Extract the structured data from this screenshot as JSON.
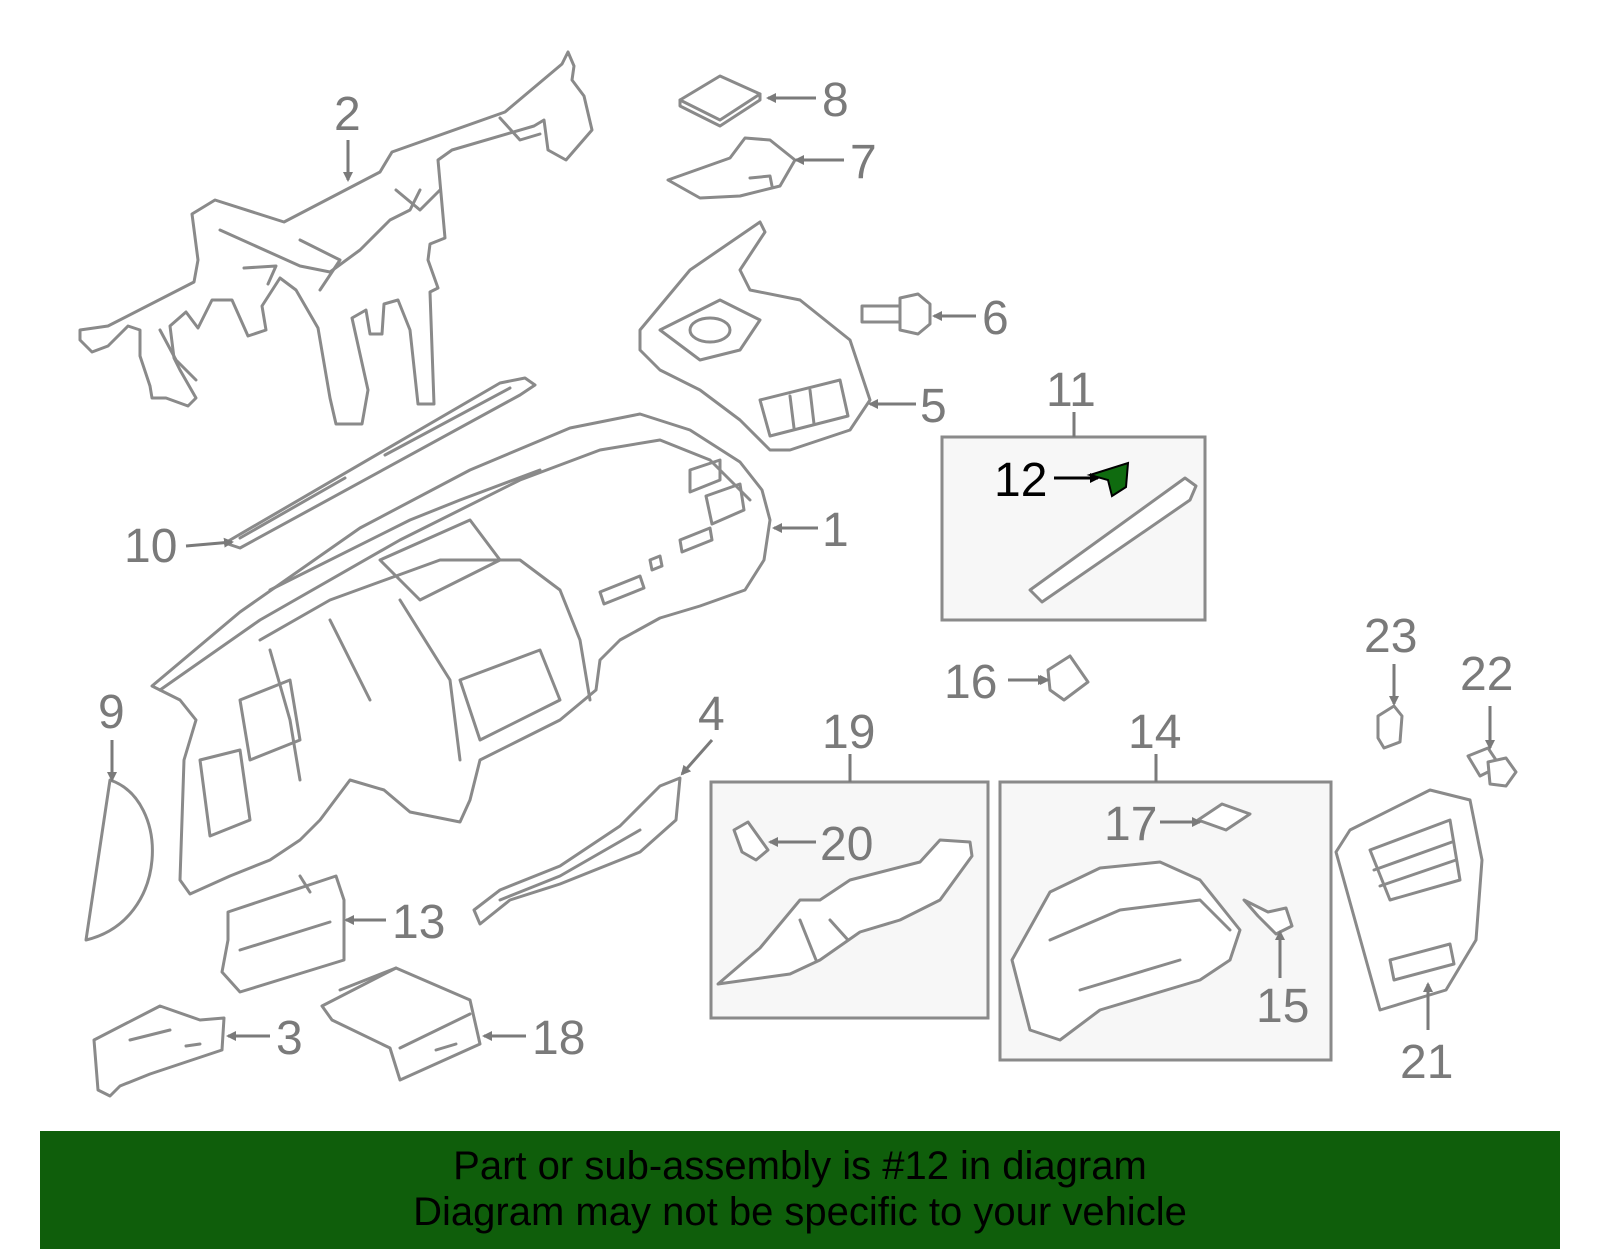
{
  "diagram": {
    "callouts": {
      "c1": "1",
      "c2": "2",
      "c3": "3",
      "c4": "4",
      "c5": "5",
      "c6": "6",
      "c7": "7",
      "c8": "8",
      "c9": "9",
      "c10": "10",
      "c11": "11",
      "c12": "12",
      "c13": "13",
      "c14": "14",
      "c15": "15",
      "c16": "16",
      "c17": "17",
      "c18": "18",
      "c19": "19",
      "c20": "20",
      "c21": "21",
      "c22": "22",
      "c23": "23"
    },
    "highlight_part": "12",
    "colors": {
      "line": "#8a8a8a",
      "highlight": "#0f6b0f",
      "banner": "#0f5e0b"
    }
  },
  "banner": {
    "line1": "Part or sub-assembly is #12 in diagram",
    "line2": "Diagram may not be specific to your vehicle"
  }
}
